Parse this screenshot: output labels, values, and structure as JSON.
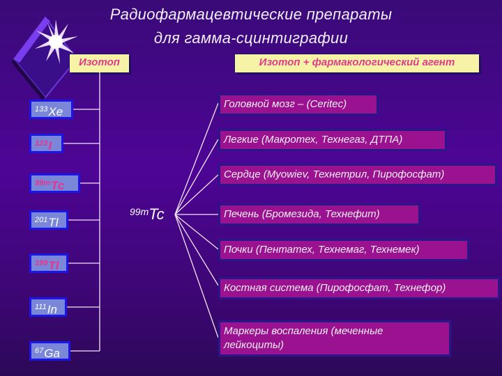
{
  "title": {
    "line1": "Радиофармацевтические препараты",
    "line2": "для гамма-сцинтиграфии"
  },
  "headers": {
    "isotope": "Изотоп",
    "agent": "Изотоп + фармакологический агент"
  },
  "isotopes": [
    {
      "mass": "133",
      "symbol": "Xe",
      "color": "#ffffff"
    },
    {
      "mass": "123",
      "symbol": "I",
      "color": "#e8348c"
    },
    {
      "mass": "99m",
      "symbol": "Tc",
      "color": "#e8348c"
    },
    {
      "mass": "201",
      "symbol": "Tl",
      "color": "#ffffff"
    },
    {
      "mass": "199",
      "symbol": "Tl",
      "color": "#e8348c"
    },
    {
      "mass": "111",
      "symbol": "In",
      "color": "#ffffff"
    },
    {
      "mass": "67",
      "symbol": "Ga",
      "color": "#ffffff"
    }
  ],
  "center": {
    "mass": "99m",
    "symbol": "Tc"
  },
  "organs": [
    {
      "label": "Головной мозг – (Ceritec)"
    },
    {
      "label": "Легкие (Макротех, Технегаз, ДТПА)"
    },
    {
      "label": "Сердце (Myowiev, Технетрил, Пирофосфат)"
    },
    {
      "label": "Печень (Бромезида, Технефит)"
    },
    {
      "label": "Почки (Пентатех, Технемаг, Технемек)"
    },
    {
      "label": "Костная система (Пирофосфат, Технефор)"
    },
    {
      "label": "Маркеры воспаления (меченные лейкоциты)"
    }
  ],
  "colors": {
    "background": "#4d0595",
    "header_box": "#f6f3a6",
    "header_text": "#e03a8a",
    "isotope_box": "#7a86d8",
    "isotope_border": "#1a16e8",
    "organ_box": "#9a1290"
  }
}
